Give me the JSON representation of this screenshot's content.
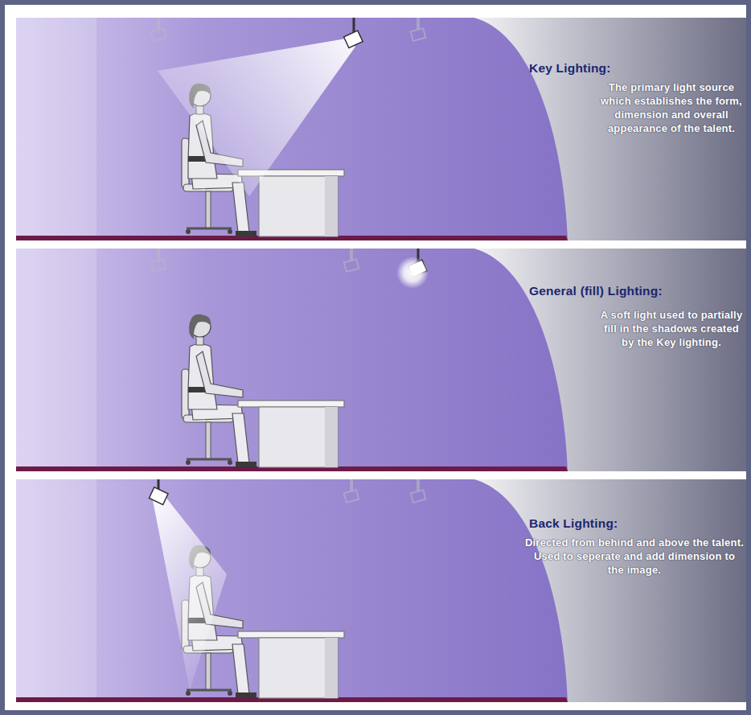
{
  "diagram": {
    "nodes": [
      {
        "text": [
          "Key Lighting:",
          "The primary light source which establishes the form, dimension and overall appearance of the talent."
        ]
      },
      {
        "text": [
          "General (fill) Lighting:",
          "A soft light used to partially fill in the shadows created by the Key lighting."
        ]
      },
      {
        "text": [
          "Back Lighting:",
          "Directed from behind and above the talent. Used to seperate and add dimension to the image."
        ]
      }
    ]
  }
}
